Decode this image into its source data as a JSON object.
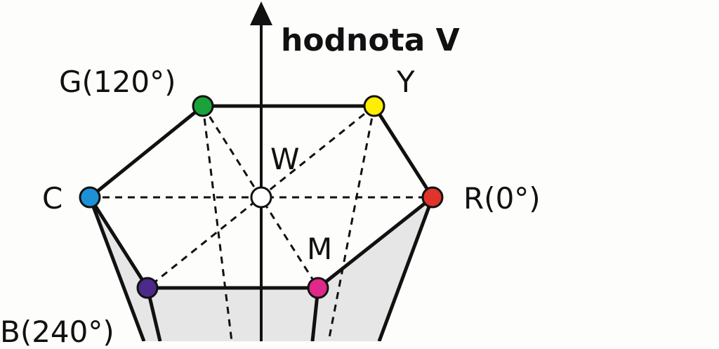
{
  "axis": {
    "label": "hodnota V"
  },
  "vertices": {
    "green": {
      "label": "G(120°)",
      "color": "#1aa33a"
    },
    "yellow": {
      "label": "Y",
      "color": "#ffee00"
    },
    "cyan": {
      "label": "C",
      "color": "#1e90d6"
    },
    "red": {
      "label": "R(0°)",
      "color": "#e0332b"
    },
    "blue": {
      "label": "B(240°)",
      "color": "#4b2a8a"
    },
    "magenta": {
      "label": "M",
      "color": "#e0288a"
    },
    "white": {
      "label": "W",
      "color": "#ffffff"
    }
  },
  "colors": {
    "line": "#111111",
    "face": "#e6e6e6",
    "background": "#fdfdfb"
  }
}
